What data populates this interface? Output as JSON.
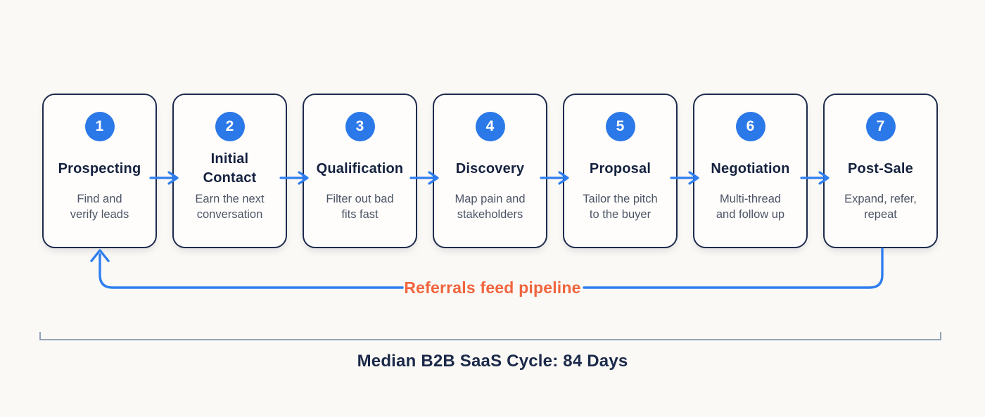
{
  "diagram": {
    "stages": [
      {
        "number": "1",
        "title": "Prospecting",
        "subtitle": "Find and\nverify leads"
      },
      {
        "number": "2",
        "title": "Initial\nContact",
        "subtitle": "Earn the next\nconversation"
      },
      {
        "number": "3",
        "title": "Qualification",
        "subtitle": "Filter out bad\nfits fast"
      },
      {
        "number": "4",
        "title": "Discovery",
        "subtitle": "Map pain and\nstakeholders"
      },
      {
        "number": "5",
        "title": "Proposal",
        "subtitle": "Tailor the pitch\nto the buyer"
      },
      {
        "number": "6",
        "title": "Negotiation",
        "subtitle": "Multi-thread\nand follow up"
      },
      {
        "number": "7",
        "title": "Post-Sale",
        "subtitle": "Expand, refer,\nrepeat"
      }
    ],
    "feedback_loop": {
      "label": "Referrals feed pipeline"
    },
    "footer": {
      "label": "Median B2B SaaS Cycle: 84 Days"
    },
    "icons": {
      "step_connector": "arrow-right-icon",
      "loop": "loop-up-arrow-icon",
      "bracket": "duration-bracket"
    },
    "colors": {
      "background": "#fbf9f5",
      "card_background": "#fefdfb",
      "card_border": "#1e2b4d",
      "step_circle_blue": "#2b78e8",
      "arrow_blue": "#2e7ef0",
      "loop_label_orange": "#f0653e",
      "title_navy": "#15213f",
      "subtitle_gray": "#4d5566",
      "bracket_gray": "#93a2b8",
      "footer_navy": "#1b2a4a"
    }
  }
}
